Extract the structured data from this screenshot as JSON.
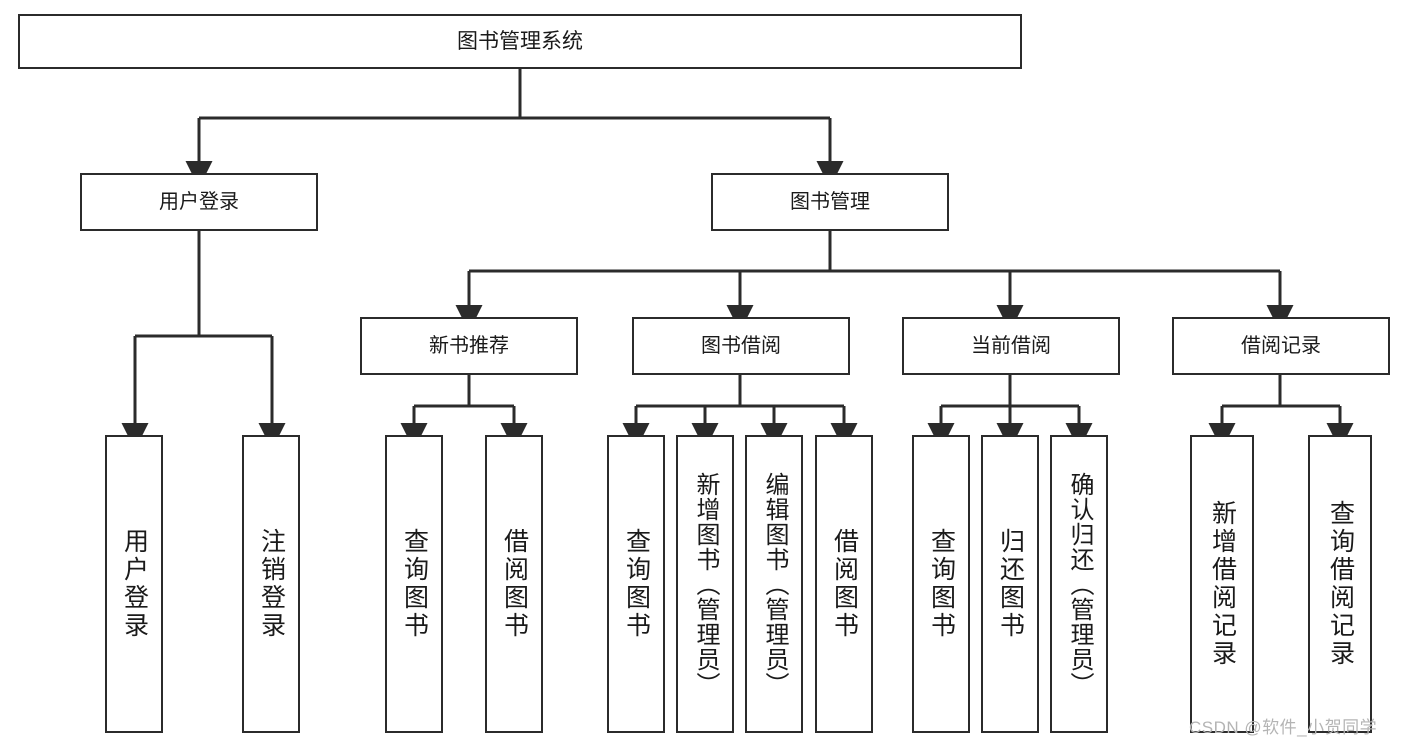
{
  "diagram": {
    "title": "图书管理系统",
    "type": "hierarchy-tree",
    "root": {
      "id": "root",
      "label": "图书管理系统"
    },
    "level1": [
      {
        "id": "login",
        "label": "用户登录"
      },
      {
        "id": "bookmgmt",
        "label": "图书管理"
      }
    ],
    "level2": [
      {
        "id": "newbook",
        "label": "新书推荐"
      },
      {
        "id": "borrow",
        "label": "图书借阅"
      },
      {
        "id": "current",
        "label": "当前借阅"
      },
      {
        "id": "record",
        "label": "借阅记录"
      }
    ],
    "leaves": {
      "login": [
        {
          "id": "login-1",
          "label": "用户登录"
        },
        {
          "id": "login-2",
          "label": "注销登录"
        }
      ],
      "newbook": [
        {
          "id": "newbook-1",
          "label": "查询图书"
        },
        {
          "id": "newbook-2",
          "label": "借阅图书"
        }
      ],
      "borrow": [
        {
          "id": "borrow-1",
          "label": "查询图书"
        },
        {
          "id": "borrow-2",
          "label": "新增图书（管理员）"
        },
        {
          "id": "borrow-3",
          "label": "编辑图书（管理员）"
        },
        {
          "id": "borrow-4",
          "label": "借阅图书"
        }
      ],
      "current": [
        {
          "id": "current-1",
          "label": "查询图书"
        },
        {
          "id": "current-2",
          "label": "归还图书"
        },
        {
          "id": "current-3",
          "label": "确认归还（管理员）"
        }
      ],
      "record": [
        {
          "id": "record-1",
          "label": "新增借阅记录"
        },
        {
          "id": "record-2",
          "label": "查询借阅记录"
        }
      ]
    },
    "colors": {
      "box_border": "#2b2b2b",
      "box_fill": "#ffffff",
      "connector": "#2b2b2b",
      "text": "#1a1a1a",
      "watermark": "#b4b4b4"
    }
  },
  "watermark": {
    "text": "CSDN @软件_小贺同学"
  }
}
